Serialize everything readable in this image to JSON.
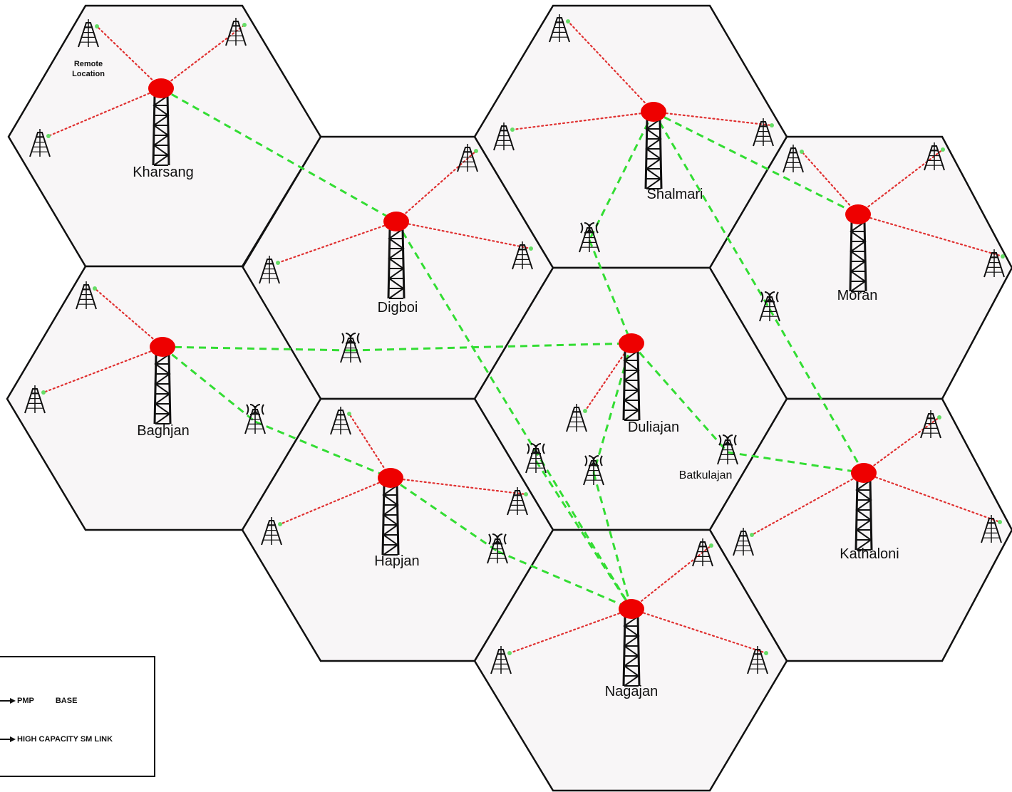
{
  "sites": [
    {
      "key": "kharsang",
      "label": "Kharsang"
    },
    {
      "key": "digboi",
      "label": "Digboi"
    },
    {
      "key": "shalmari",
      "label": "Shalmari"
    },
    {
      "key": "moran",
      "label": "Moran"
    },
    {
      "key": "baghjan",
      "label": "Baghjan"
    },
    {
      "key": "duliajan",
      "label": "Duliajan"
    },
    {
      "key": "hapjan",
      "label": "Hapjan"
    },
    {
      "key": "kathaloni",
      "label": "Kathaloni"
    },
    {
      "key": "nagajan",
      "label": "Nagajan"
    }
  ],
  "annotations": {
    "remote_location": [
      "Remote",
      "Location"
    ],
    "batkulajan": "Batkulajan"
  },
  "legend": {
    "pmp_label": "PMP",
    "base_label": "BASE",
    "sm_link_label": "HIGH CAPACITY SM LINK"
  },
  "colors": {
    "cell_fill": "#f8f6f7",
    "base_station": "#ee0000",
    "pmp_link": "#e03030",
    "sm_link": "#33dd33",
    "remote_dot": "#66dd66"
  }
}
